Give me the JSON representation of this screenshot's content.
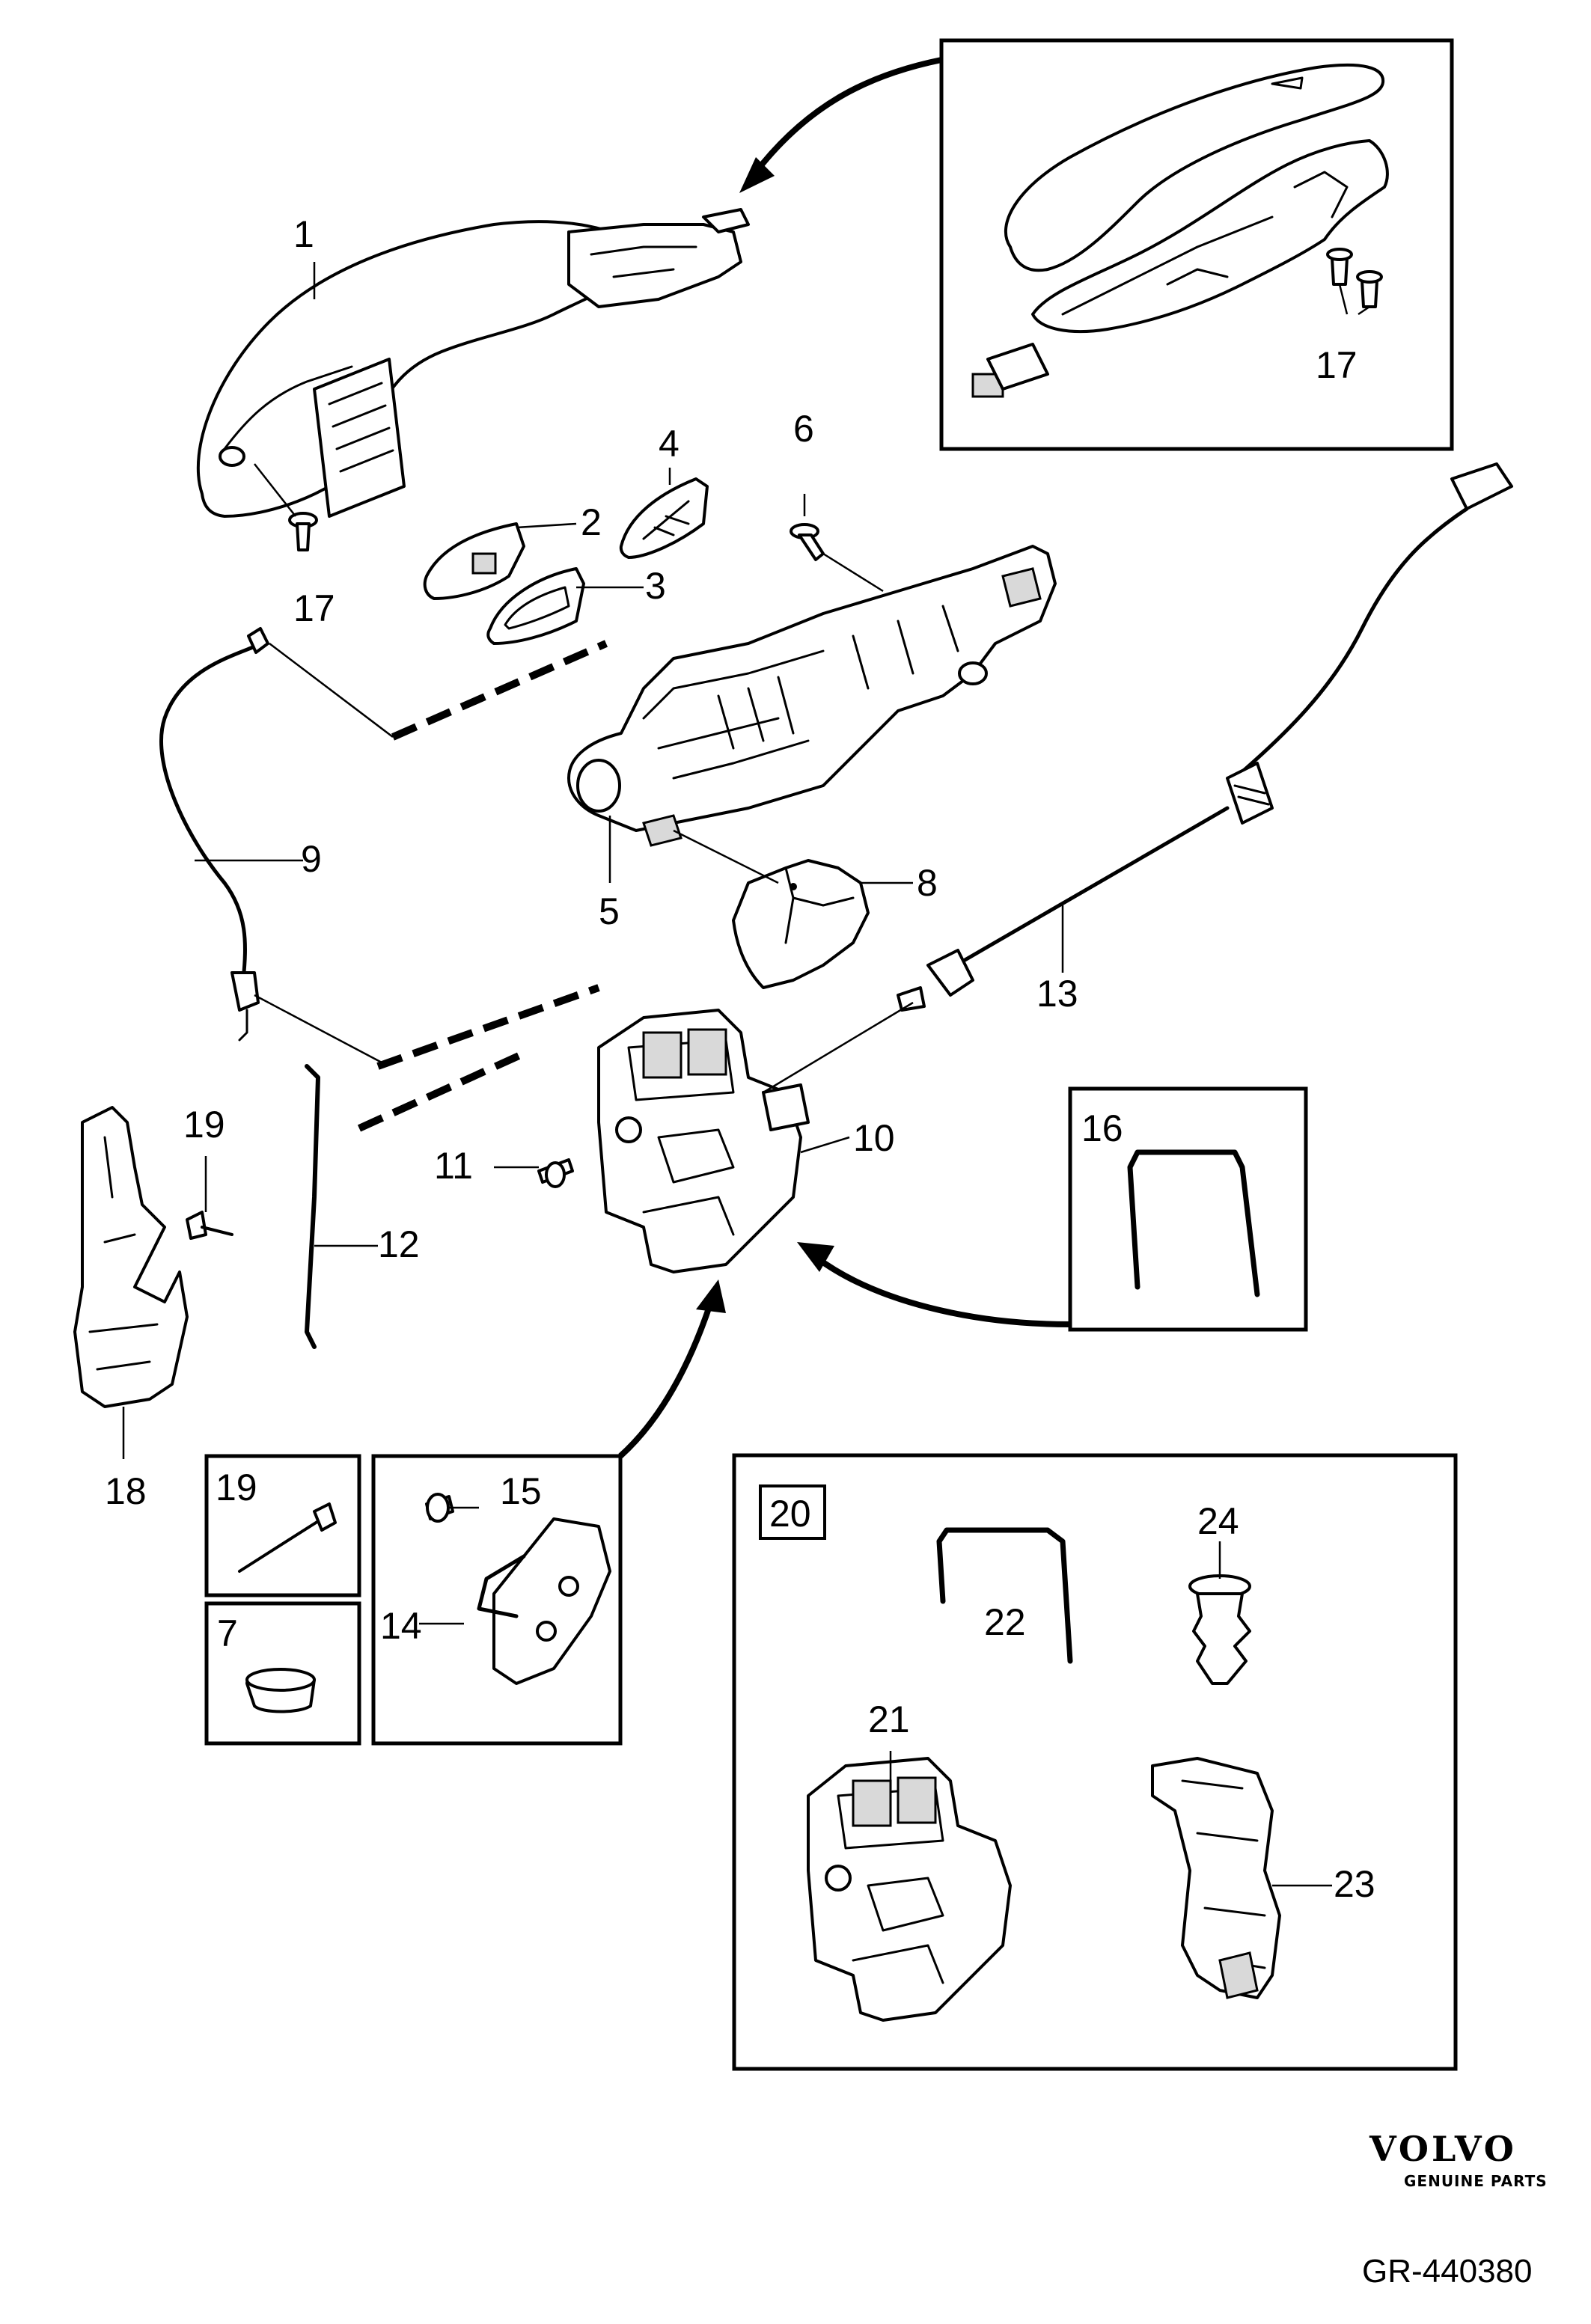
{
  "callouts": {
    "c1": "1",
    "c2": "2",
    "c3": "3",
    "c4": "4",
    "c5": "5",
    "c6": "6",
    "c7": "7",
    "c8": "8",
    "c9": "9",
    "c10": "10",
    "c11": "11",
    "c12": "12",
    "c13": "13",
    "c14": "14",
    "c15": "15",
    "c16": "16",
    "c17a": "17",
    "c17b": "17",
    "c18": "18",
    "c19a": "19",
    "c19b": "19",
    "c20": "20",
    "c21": "21",
    "c22": "22",
    "c23": "23",
    "c24": "24"
  },
  "brand": {
    "logo_text": "VOLVO",
    "tagline": "GENUINE PARTS"
  },
  "reference": "GR-440380"
}
